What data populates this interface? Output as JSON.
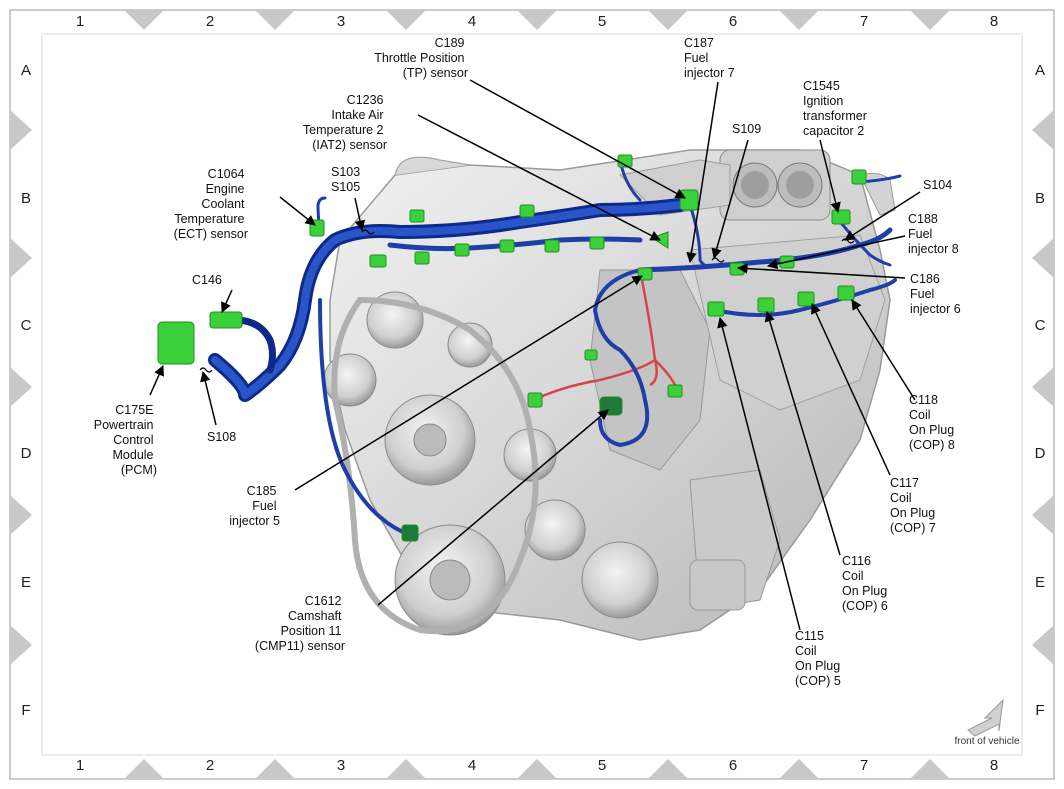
{
  "grid": {
    "columns": [
      "1",
      "2",
      "3",
      "4",
      "5",
      "6",
      "7",
      "8"
    ],
    "rows": [
      "A",
      "B",
      "C",
      "D",
      "E",
      "F"
    ]
  },
  "callouts": [
    {
      "id": "c189",
      "lines": [
        "C189",
        "Throttle Position",
        "(TP) sensor"
      ]
    },
    {
      "id": "c187",
      "lines": [
        "C187",
        "Fuel",
        "injector 7"
      ]
    },
    {
      "id": "c1545",
      "lines": [
        "C1545",
        "Ignition",
        "transformer",
        "capacitor 2"
      ]
    },
    {
      "id": "c1236",
      "lines": [
        "C1236",
        "Intake Air",
        "Temperature 2",
        "(IAT2) sensor"
      ]
    },
    {
      "id": "s109",
      "lines": [
        "S109"
      ]
    },
    {
      "id": "s103",
      "lines": [
        "S103",
        "S105"
      ]
    },
    {
      "id": "s104",
      "lines": [
        "S104"
      ]
    },
    {
      "id": "c1064",
      "lines": [
        "C1064",
        "Engine",
        "Coolant",
        "Temperature",
        "(ECT) sensor"
      ]
    },
    {
      "id": "c188",
      "lines": [
        "C188",
        "Fuel",
        "injector 8"
      ]
    },
    {
      "id": "c146",
      "lines": [
        "C146"
      ]
    },
    {
      "id": "c186",
      "lines": [
        "C186",
        "Fuel",
        "injector 6"
      ]
    },
    {
      "id": "c118",
      "lines": [
        "C118",
        "Coil",
        "On Plug",
        "(COP) 8"
      ]
    },
    {
      "id": "c175e",
      "lines": [
        "C175E",
        "Powertrain",
        "Control",
        "Module",
        "(PCM)"
      ]
    },
    {
      "id": "s108",
      "lines": [
        "S108"
      ]
    },
    {
      "id": "c117",
      "lines": [
        "C117",
        "Coil",
        "On Plug",
        "(COP) 7"
      ]
    },
    {
      "id": "c185",
      "lines": [
        "C185",
        "Fuel",
        "injector 5"
      ]
    },
    {
      "id": "c116",
      "lines": [
        "C116",
        "Coil",
        "On Plug",
        "(COP) 6"
      ]
    },
    {
      "id": "c1612",
      "lines": [
        "C1612",
        "Camshaft",
        "Position 11",
        "(CMP11) sensor"
      ]
    },
    {
      "id": "c115",
      "lines": [
        "C115",
        "Coil",
        "On Plug",
        "(COP) 5"
      ]
    }
  ],
  "orientation": {
    "label": "front of vehicle"
  },
  "colors": {
    "harness": "#1f3fa8",
    "harness_dark": "#0d2a8a",
    "connector": "#3ad13a",
    "connector_dark": "#1f8f1f",
    "red_wire": "#d9434a",
    "engine": "#d9d9d9",
    "frame_marker": "#c8c8c8"
  }
}
